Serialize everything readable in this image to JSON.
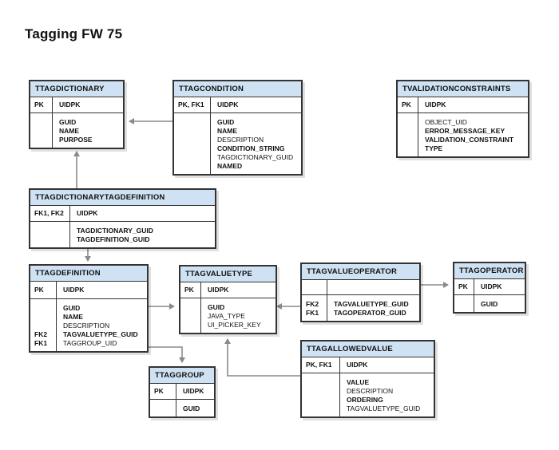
{
  "title": "Tagging FW 75",
  "entities": {
    "ttagdictionary": {
      "name": "TTAGDICTIONARY",
      "pk_key": "PK",
      "pk_col": "UIDPK",
      "keys": [
        "",
        "",
        ""
      ],
      "cols": [
        {
          "text": "GUID",
          "bold": true
        },
        {
          "text": "NAME",
          "bold": true
        },
        {
          "text": "PURPOSE",
          "bold": true
        }
      ]
    },
    "ttagcondition": {
      "name": "TTAGCONDITION",
      "pk_key": "PK, FK1",
      "pk_col": "UIDPK",
      "keys": [
        "",
        "",
        "",
        "",
        "",
        ""
      ],
      "cols": [
        {
          "text": "GUID",
          "bold": true
        },
        {
          "text": "NAME",
          "bold": true
        },
        {
          "text": "DESCRIPTION",
          "bold": false
        },
        {
          "text": "CONDITION_STRING",
          "bold": true
        },
        {
          "text": "TAGDICTIONARY_GUID",
          "bold": false
        },
        {
          "text": "NAMED",
          "bold": true
        }
      ]
    },
    "tvalidationconstraints": {
      "name": "TVALIDATIONCONSTRAINTS",
      "pk_key": "PK",
      "pk_col": "UIDPK",
      "keys": [
        "",
        "",
        "",
        ""
      ],
      "cols": [
        {
          "text": "OBJECT_UID",
          "bold": false
        },
        {
          "text": "ERROR_MESSAGE_KEY",
          "bold": true
        },
        {
          "text": "VALIDATION_CONSTRAINT",
          "bold": true
        },
        {
          "text": "TYPE",
          "bold": true
        }
      ]
    },
    "ttagdictionarytagdefinition": {
      "name": "TTAGDICTIONARYTAGDEFINITION",
      "pk_key": "FK1, FK2",
      "pk_col": "UIDPK",
      "keys": [
        "",
        ""
      ],
      "cols": [
        {
          "text": "TAGDICTIONARY_GUID",
          "bold": true
        },
        {
          "text": "TAGDEFINITION_GUID",
          "bold": true
        }
      ]
    },
    "ttagdefinition": {
      "name": "TTAGDEFINITION",
      "pk_key": "PK",
      "pk_col": "UIDPK",
      "keys": [
        "",
        "",
        "",
        "FK2",
        "FK1"
      ],
      "cols": [
        {
          "text": "GUID",
          "bold": true
        },
        {
          "text": "NAME",
          "bold": true
        },
        {
          "text": "DESCRIPTION",
          "bold": false
        },
        {
          "text": "TAGVALUETYPE_GUID",
          "bold": true
        },
        {
          "text": "TAGGROUP_UID",
          "bold": false
        }
      ]
    },
    "ttagvaluetype": {
      "name": "TTAGVALUETYPE",
      "pk_key": "PK",
      "pk_col": "UIDPK",
      "keys": [
        "",
        "",
        ""
      ],
      "cols": [
        {
          "text": "GUID",
          "bold": true
        },
        {
          "text": "JAVA_TYPE",
          "bold": false
        },
        {
          "text": "UI_PICKER_KEY",
          "bold": false
        }
      ]
    },
    "ttagvalueoperator": {
      "name": "TTAGVALUEOPERATOR",
      "pk_key": "",
      "pk_col": "",
      "keys": [
        "FK2",
        "FK1"
      ],
      "cols": [
        {
          "text": "TAGVALUETYPE_GUID",
          "bold": true
        },
        {
          "text": "TAGOPERATOR_GUID",
          "bold": true
        }
      ]
    },
    "ttagoperator": {
      "name": "TTAGOPERATOR",
      "pk_key": "PK",
      "pk_col": "UIDPK",
      "keys": [
        ""
      ],
      "cols": [
        {
          "text": "GUID",
          "bold": true
        }
      ]
    },
    "ttaggroup": {
      "name": "TTAGGROUP",
      "pk_key": "PK",
      "pk_col": "UIDPK",
      "keys": [
        ""
      ],
      "cols": [
        {
          "text": "GUID",
          "bold": true
        }
      ]
    },
    "ttagallowedvalue": {
      "name": "TTAGALLOWEDVALUE",
      "pk_key": "PK, FK1",
      "pk_col": "UIDPK",
      "keys": [
        "",
        "",
        "",
        ""
      ],
      "cols": [
        {
          "text": "VALUE",
          "bold": true
        },
        {
          "text": "DESCRIPTION",
          "bold": false
        },
        {
          "text": "ORDERING",
          "bold": true
        },
        {
          "text": "TAGVALUETYPE_GUID",
          "bold": false
        }
      ]
    }
  },
  "connector_color": "#8a8a8a",
  "header_color": "#cfe2f3"
}
